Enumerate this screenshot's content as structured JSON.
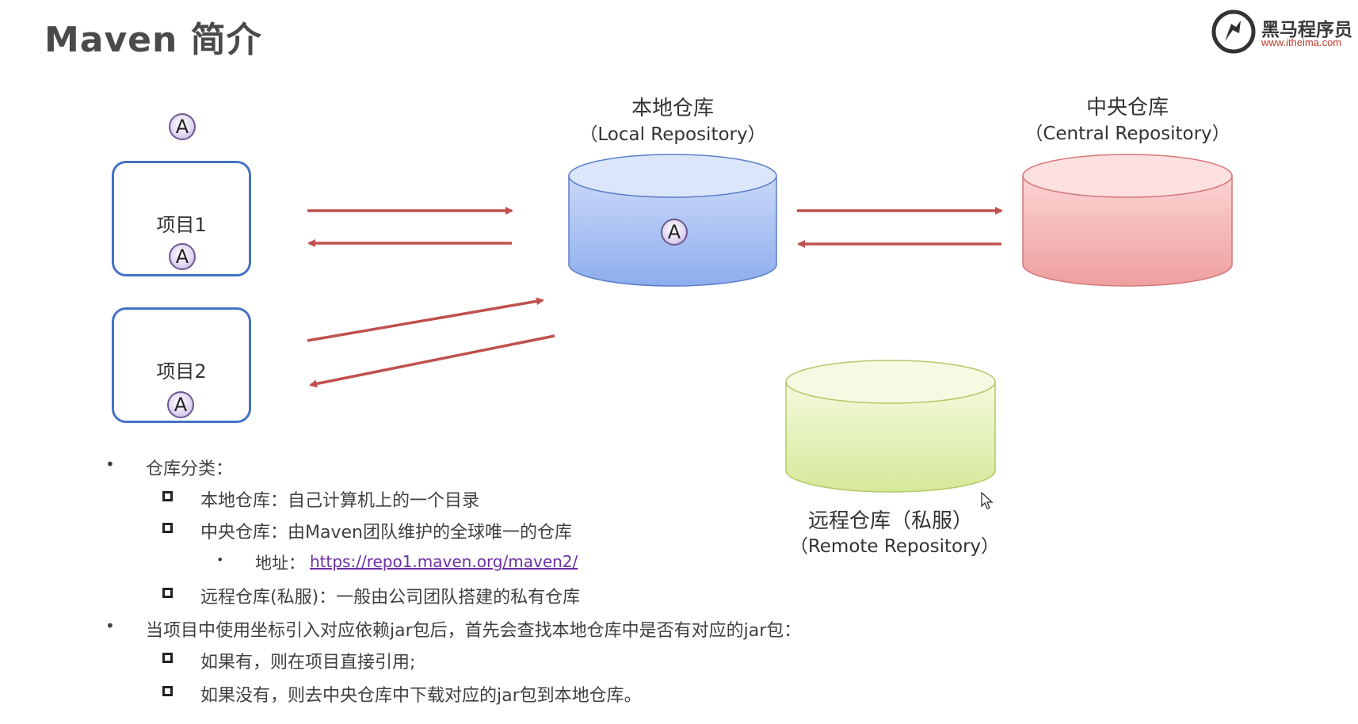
{
  "slide": {
    "title": "Maven 简介"
  },
  "logo": {
    "name": "黑马程序员",
    "url": "www.itheima.com"
  },
  "badge_letter": "A",
  "projects": [
    {
      "label": "项目1"
    },
    {
      "label": "项目2"
    }
  ],
  "repositories": {
    "local": {
      "title": "本地仓库",
      "subtitle": "（Local Repository）",
      "color": "#9db8ef"
    },
    "central": {
      "title": "中央仓库",
      "subtitle": "（Central Repository）",
      "color": "#f3aeae"
    },
    "remote": {
      "title": "远程仓库（私服）",
      "subtitle": "（Remote Repository）",
      "color": "#e3f0b3"
    }
  },
  "arrow_color": "#c0504d",
  "notes": {
    "category_heading": "仓库分类：",
    "local_desc": "本地仓库：自己计算机上的一个目录",
    "central_desc": "中央仓库：由Maven团队维护的全球唯一的仓库",
    "address_label": "地址：",
    "address_url": "https://repo1.maven.org/maven2/",
    "remote_desc": "远程仓库(私服)：一般由公司团队搭建的私有仓库",
    "lookup_rule": "当项目中使用坐标引入对应依赖jar包后，首先会查找本地仓库中是否有对应的jar包：",
    "if_exists": "如果有，则在项目直接引用;",
    "if_missing": "如果没有，则去中央仓库中下载对应的jar包到本地仓库。"
  }
}
